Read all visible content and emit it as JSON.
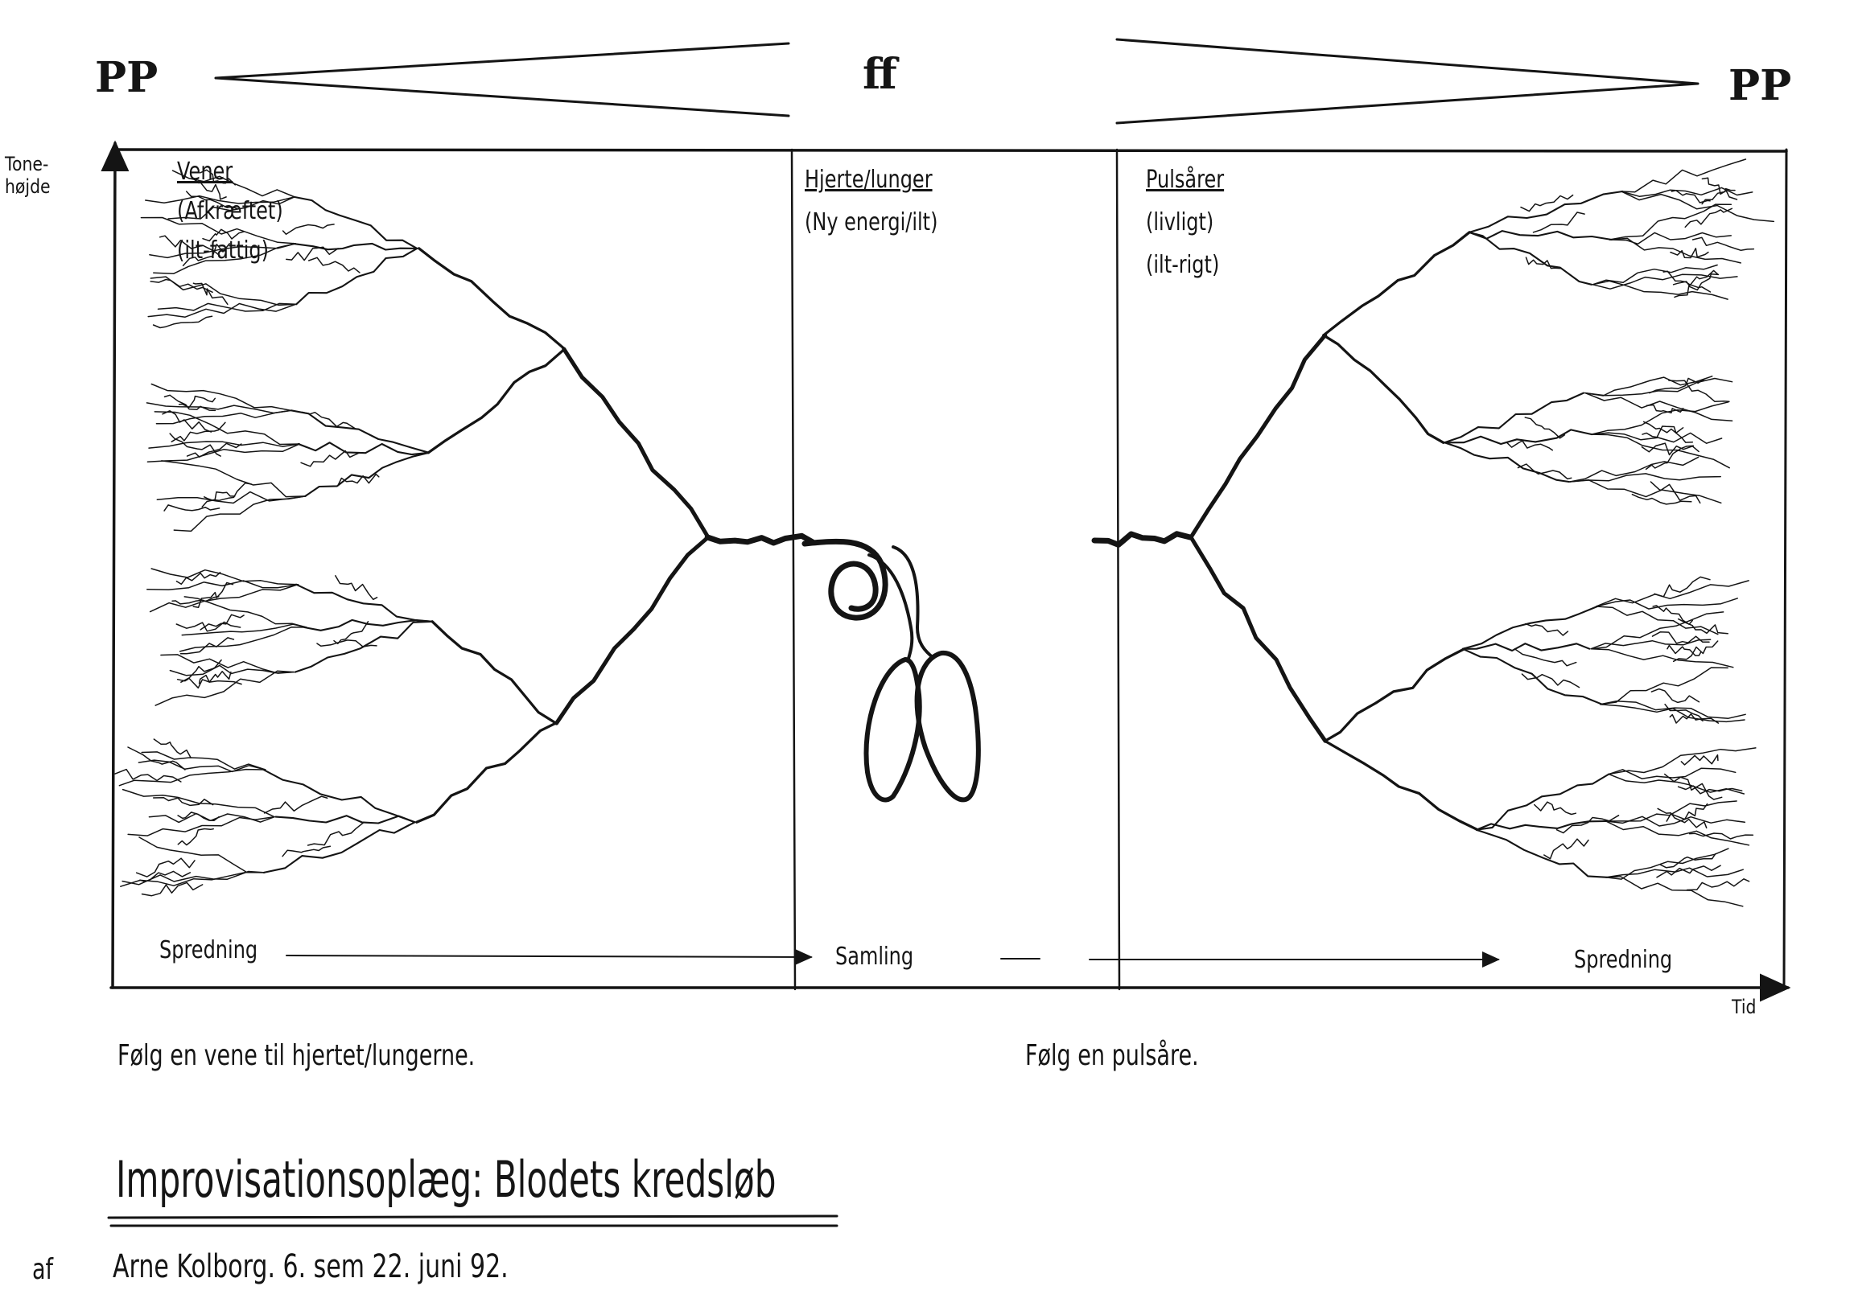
{
  "dynamics": {
    "start": "PP",
    "peak": "ff",
    "end": "PP"
  },
  "axes": {
    "y_label_line1": "Tone-",
    "y_label_line2": "højde",
    "x_label": "Tid"
  },
  "sections": [
    {
      "title": "Vener",
      "notes": [
        "(Afkræftet)",
        "(ilt-fattig)"
      ]
    },
    {
      "title": "Hjerte/lunger",
      "notes": [
        "(Ny energi/ilt)"
      ]
    },
    {
      "title": "Pulsårer",
      "notes": [
        "(livligt)",
        "(ilt-rigt)"
      ]
    }
  ],
  "flow": {
    "left": "Spredning",
    "middle": "Samling",
    "right": "Spredning"
  },
  "instructions": {
    "left": "Følg en vene til hjertet/lungerne.",
    "right": "Følg en pulsåre."
  },
  "title": "Improvisationsoplæg: Blodets kredsløb",
  "byline": {
    "prefix": "af",
    "text": "Arne Kolborg. 6. sem 22. juni 92."
  },
  "colors": {
    "ink": "#141414",
    "paper": "#ffffff"
  }
}
